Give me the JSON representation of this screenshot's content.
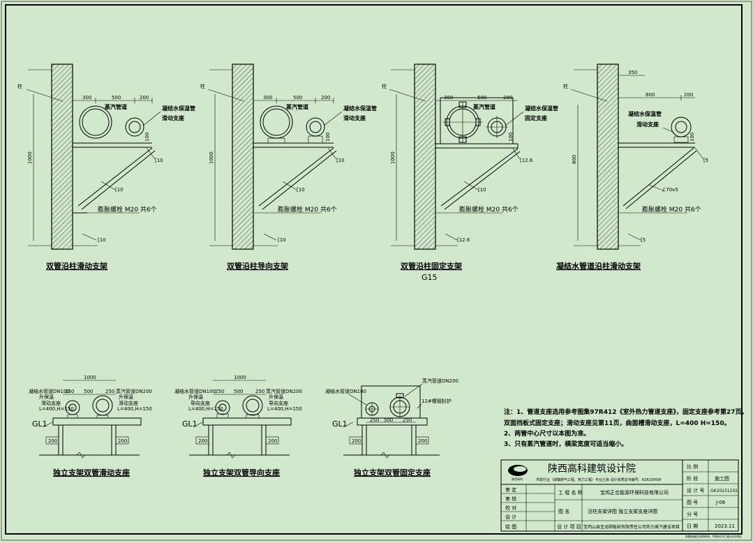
{
  "details": [
    {
      "title": "双管沿柱滑动支架",
      "column": "柱",
      "height": "1000",
      "dims": [
        "300",
        "500",
        "200"
      ],
      "labels": [
        "蒸汽管道",
        "凝结水保温管",
        "滑动支座"
      ],
      "small": "100",
      "beam": "[10",
      "brace": "[10",
      "bolt": "膨胀螺栓 M20 共6个",
      "base": "[10"
    },
    {
      "title": "双管沿柱导向支架",
      "column": "柱",
      "height": "1000",
      "dims": [
        "300",
        "500",
        "200"
      ],
      "labels": [
        "蒸汽管道",
        "凝结水保温管",
        "滑动支座"
      ],
      "small": "100",
      "beam": "[10",
      "brace": "[10",
      "bolt": "膨胀螺栓 M20 共6个",
      "base": "[10"
    },
    {
      "title": "双管沿柱固定支架",
      "column": "柱",
      "height": "1000",
      "dims": [
        "300",
        "500",
        "200"
      ],
      "labels": [
        "蒸汽管道",
        "凝结水保温管",
        "固定支座"
      ],
      "small": "100",
      "beam": "[12.6",
      "brace": "[10",
      "bolt": "膨胀螺栓 M20 共6个",
      "base": "[12.6",
      "sub": "G15"
    },
    {
      "title": "凝结水管道沿柱滑动支架",
      "column": "柱",
      "height": "800",
      "dims": [
        "350",
        "800",
        "200"
      ],
      "labels": [
        "凝结水保温管",
        "滑动支座"
      ],
      "small": "100",
      "beam": "[5",
      "brace": "∠70x5",
      "bolt": "膨胀螺栓 M20 共6个",
      "base": "[5"
    }
  ],
  "stands": [
    {
      "title": "独立支架双管滑动支座",
      "gl": "GL1",
      "total": "1000",
      "dims": [
        "250",
        "500",
        "250"
      ],
      "leftLabels": [
        "凝结水管道DN100",
        "升保温",
        "滑动支座",
        "L=400,H=150"
      ],
      "rightLabels": [
        "蒸汽管道DN200",
        "升保温",
        "滑动支座",
        "L=400,H=150"
      ],
      "feet": [
        "200",
        "200"
      ]
    },
    {
      "title": "独立支架双管导向支座",
      "gl": "GL1",
      "total": "1000",
      "dims": [
        "250",
        "500",
        "250"
      ],
      "leftLabels": [
        "凝结水管道DN100",
        "升保温",
        "导向支座",
        "L=400,H=150"
      ],
      "rightLabels": [
        "蒸汽管道DN200",
        "升保温",
        "导向支座",
        "L=400,H=150"
      ],
      "feet": [
        "200",
        "200"
      ]
    },
    {
      "title": "独立支架双管固定支座",
      "gl": "GL1",
      "dims": [
        "250",
        "500",
        "250"
      ],
      "leftLabels": [
        "凝结水管道DN100"
      ],
      "rightLabels": [
        "蒸汽管道DN200",
        "12#槽钢封护"
      ],
      "feet": [
        "200",
        "200"
      ]
    }
  ],
  "notes": [
    "注：1、管道支座选用参考图集97R412《室外热力管道支座》，固定支座参考第27页，",
    "双面挡板式固定支座；滑动支座见第11页，曲面槽滑动支座，L=400 H=150。",
    "2、两管中心尺寸以本图为准。",
    "3、只有蒸汽管道时，横梁宽度可适当缩小。"
  ],
  "titleblock": {
    "firm": "陕西高科建筑设计院",
    "logo_sub": "陕西高科",
    "qual": "市政行业（城镇燃气工程、热力工程）专业乙级    设计资质证书编号：A261005W",
    "roles": [
      "审 定",
      "审 核",
      "校 对",
      "设 计",
      "绘 图"
    ],
    "project_label": "工 程 名 称",
    "project": "宝鸡正合能源环保科技有限公司",
    "drawing_label": "图    名",
    "drawing": "沿柱支架详图  独立支架支座详图",
    "item_label": "设 计 项 目",
    "item": "宝鸡山县圣龙颐板纸有限责任公司热力蒸汽建设项目",
    "meta": [
      {
        "k": "比 例",
        "v": ""
      },
      {
        "k": "阶 段",
        "v": "施工图"
      },
      {
        "k": "设 计 号",
        "v": "GK20231102"
      },
      {
        "k": "图 号",
        "v": "J-06"
      },
      {
        "k": "分 号",
        "v": ""
      },
      {
        "k": "日 期",
        "v": "2023.11"
      }
    ],
    "footer": "本图纸版权归本院所有，严禁用于本工程以外的项目"
  }
}
